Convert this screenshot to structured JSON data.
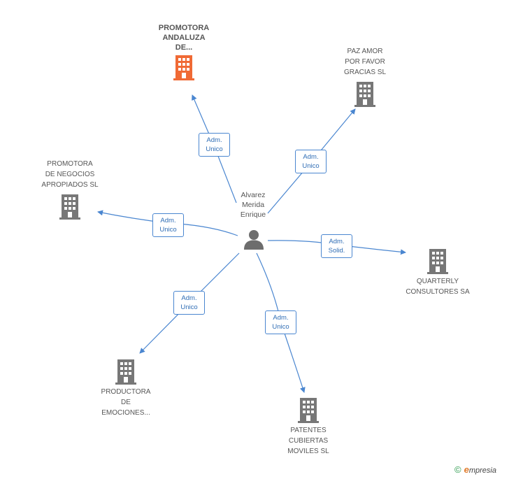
{
  "center": {
    "name_lines": [
      "Alvarez",
      "Merida",
      "Enrique"
    ]
  },
  "companies": [
    {
      "id": "promotora-andaluza",
      "name_lines": [
        "PROMOTORA",
        "ANDALUZA",
        "DE..."
      ],
      "highlight": true,
      "color": "#f06a35"
    },
    {
      "id": "paz-amor",
      "name_lines": [
        "PAZ AMOR",
        "POR FAVOR",
        "GRACIAS SL"
      ],
      "color": "#777777"
    },
    {
      "id": "promotora-negocios",
      "name_lines": [
        "PROMOTORA",
        "DE NEGOCIOS",
        "APROPIADOS SL"
      ],
      "color": "#777777"
    },
    {
      "id": "quarterly",
      "name_lines": [
        "QUARTERLY",
        "CONSULTORES SA"
      ],
      "color": "#777777"
    },
    {
      "id": "productora",
      "name_lines": [
        "PRODUCTORA",
        "DE",
        "EMOCIONES..."
      ],
      "color": "#777777"
    },
    {
      "id": "patentes",
      "name_lines": [
        "PATENTES",
        "CUBIERTAS",
        "MOVILES SL"
      ],
      "color": "#777777"
    }
  ],
  "edges": [
    {
      "to": "promotora-andaluza",
      "label_lines": [
        "Adm.",
        "Unico"
      ]
    },
    {
      "to": "paz-amor",
      "label_lines": [
        "Adm.",
        "Unico"
      ]
    },
    {
      "to": "promotora-negocios",
      "label_lines": [
        "Adm.",
        "Unico"
      ]
    },
    {
      "to": "quarterly",
      "label_lines": [
        "Adm.",
        "Solid."
      ]
    },
    {
      "to": "productora",
      "label_lines": [
        "Adm.",
        "Unico"
      ]
    },
    {
      "to": "patentes",
      "label_lines": [
        "Adm.",
        "Unico"
      ]
    }
  ],
  "footer": {
    "copyright_symbol": "©",
    "brand_initial": "e",
    "brand_rest": "mpresia"
  },
  "colors": {
    "edge": "#4a86d0",
    "label_text": "#2f6db5",
    "building": "#777777",
    "building_highlight": "#f06a35",
    "person": "#6d6d6d"
  }
}
